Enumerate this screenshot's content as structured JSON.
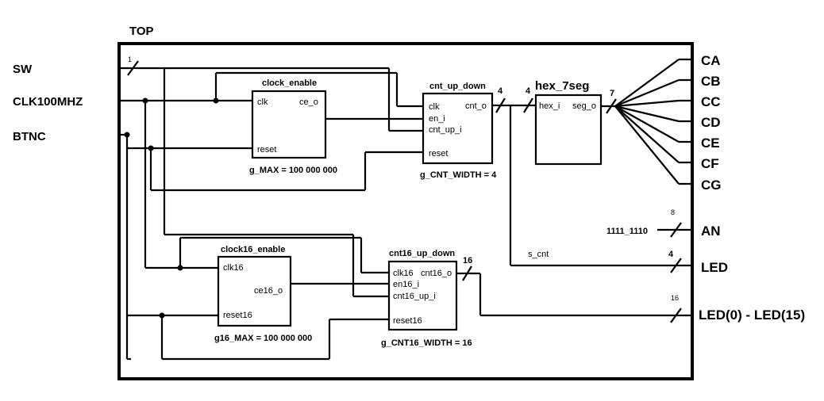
{
  "diagram": {
    "top_label": "TOP",
    "inputs": {
      "sw": "SW",
      "clk": "CLK100MHZ",
      "btnc": "BTNC"
    },
    "clock_enable": {
      "title": "clock_enable",
      "clk": "clk",
      "ce_o": "ce_o",
      "reset": "reset",
      "generic": "g_MAX = 100 000 000"
    },
    "cnt_up_down": {
      "title": "cnt_up_down",
      "clk": "clk",
      "en_i": "en_i",
      "cnt_up_i": "cnt_up_i",
      "reset": "reset",
      "cnt_o": "cnt_o",
      "generic": "g_CNT_WIDTH = 4"
    },
    "hex_7seg": {
      "title": "hex_7seg",
      "hex_i": "hex_i",
      "seg_o": "seg_o"
    },
    "clock16_enable": {
      "title": "clock16_enable",
      "clk16": "clk16",
      "ce16_o": "ce16_o",
      "reset16": "reset16",
      "generic": "g16_MAX = 100 000 000"
    },
    "cnt16_up_down": {
      "title": "cnt16_up_down",
      "clk16": "clk16",
      "cnt16_o": "cnt16_o",
      "en16_i": "en16_i",
      "cnt16_up_i": "cnt16_up_i",
      "reset16": "reset16",
      "generic": "g_CNT16_WIDTH = 16"
    },
    "bus_widths": {
      "sw": "1",
      "cnt_o": "4",
      "hex_i": "4",
      "seg_o": "7",
      "an": "8",
      "led": "4",
      "cnt16_o": "16",
      "led16": "16"
    },
    "signals": {
      "s_cnt": "s_cnt",
      "an_value": "1111_1110"
    },
    "outputs": {
      "segments": [
        "CA",
        "CB",
        "CC",
        "CD",
        "CE",
        "CF",
        "CG"
      ],
      "an": "AN",
      "led": "LED",
      "led16": "LED(0) - LED(15)"
    }
  }
}
